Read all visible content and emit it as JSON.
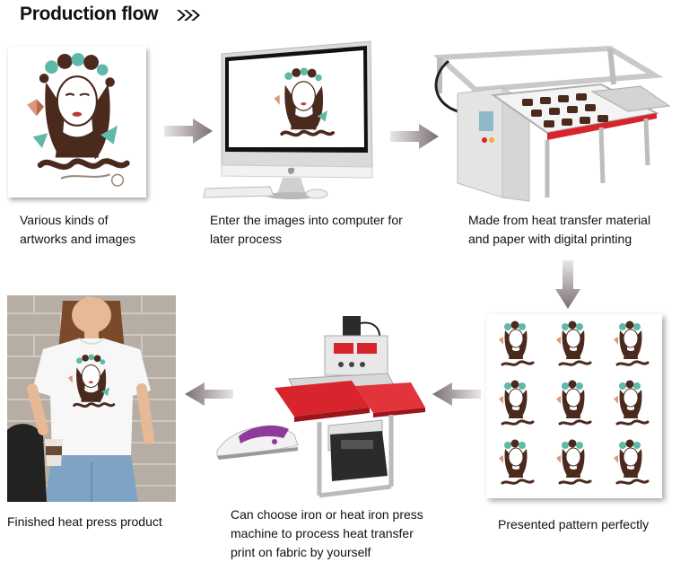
{
  "title": "Production flow",
  "colors": {
    "arrow": "#7a6e74",
    "arrow_light": "#e9e6e8",
    "artwork_brown": "#4b2a1e",
    "artwork_teal": "#5fb9a9",
    "press_red": "#d8242c",
    "iron_purple": "#8e3a9a"
  },
  "steps": [
    {
      "id": "artworks",
      "caption": "Various kinds of artworks and images",
      "lines": [
        "Various kinds of",
        "artworks and images"
      ],
      "icon": "artwork-print-icon"
    },
    {
      "id": "computer",
      "caption": "Enter the images into computer for later process",
      "lines": [
        "Enter the images into computer for",
        "later process"
      ],
      "icon": "desktop-computer-icon"
    },
    {
      "id": "printer",
      "caption": "Made from heat transfer material and paper with digital printing",
      "lines": [
        "Made from heat transfer material",
        "and paper with digital printing"
      ],
      "icon": "screen-printer-icon"
    },
    {
      "id": "sheet",
      "caption": "Presented pattern perfectly",
      "lines": [
        "Presented pattern perfectly"
      ],
      "icon": "transfer-sheet-icon"
    },
    {
      "id": "press",
      "caption": "Can choose iron or heat iron press machine to process heat transfer print on fabric by yourself",
      "lines": [
        "Can choose iron or heat iron press",
        "machine to process heat transfer",
        "print on fabric by yourself"
      ],
      "icon": "heat-press-icon"
    },
    {
      "id": "product",
      "caption": "Finished heat press product",
      "lines": [
        "Finished heat press product"
      ],
      "icon": "tshirt-model-icon"
    }
  ]
}
